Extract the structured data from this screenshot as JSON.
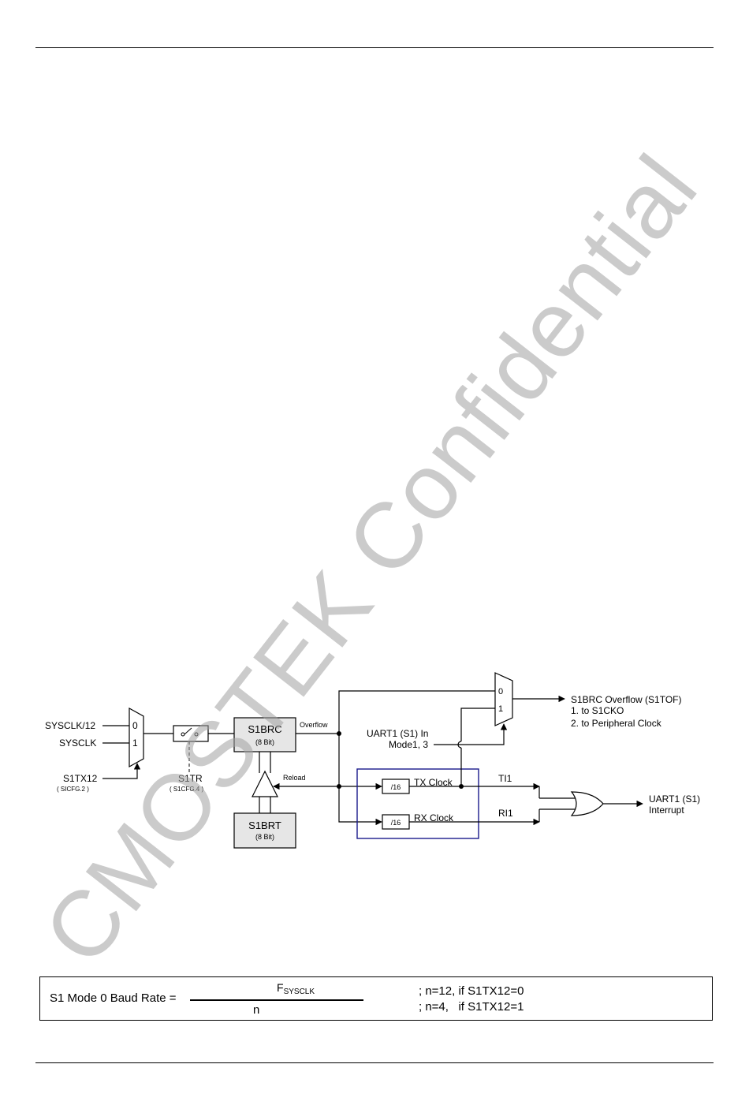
{
  "watermark": "CMOSTEK Confidential",
  "diagram": {
    "mux1": {
      "in0_label": "SYSCLK/12",
      "in1_label": "SYSCLK",
      "port0": "0",
      "port1": "1",
      "select_label": "S1TX12",
      "select_sub": "( SICFG.2 )"
    },
    "switch": {
      "label": "S1TR",
      "sub": "( S1CFG.4 )"
    },
    "counter": {
      "label": "S1BRC",
      "sub": "(8 Bit)"
    },
    "reload_reg": {
      "label": "S1BRT",
      "sub": "(8 Bit)"
    },
    "overflow_label": "Overflow",
    "reload_label": "Reload",
    "mux2": {
      "port0": "0",
      "port1": "1"
    },
    "output": {
      "line1": "S1BRC Overflow (S1TOF)",
      "line2": "1. to S1CKO",
      "line3": "2. to Peripheral Clock"
    },
    "uart_mode": {
      "line1": "UART1 (S1) In",
      "line2": "Mode1, 3"
    },
    "div_tx": "/16",
    "div_rx": "/16",
    "tx_clock": "TX Clock",
    "rx_clock": "RX Clock",
    "ti1": "TI1",
    "ri1": "RI1",
    "interrupt": {
      "line1": "UART1 (S1)",
      "line2": "Interrupt"
    }
  },
  "formula": {
    "lhs": "S1 Mode 0 Baud Rate =",
    "numerator_main": "F",
    "numerator_sub": "SYSCLK",
    "denominator": "n",
    "cond1": "; n=12, if S1TX12=0",
    "cond2": "; n=4,   if S1TX12=1"
  }
}
